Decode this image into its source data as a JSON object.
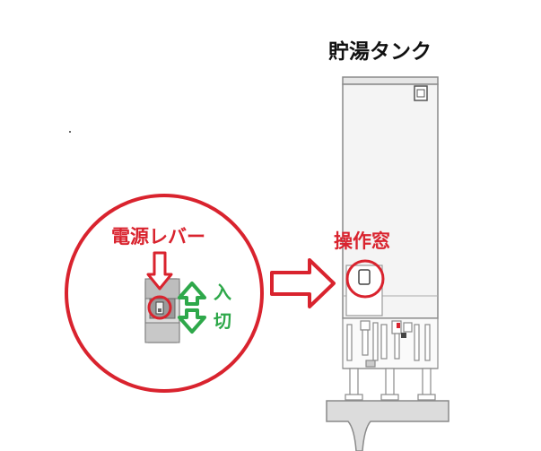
{
  "labels": {
    "tank_title": "貯湯タンク",
    "power_lever": "電源レバー",
    "operation_window": "操作窓",
    "on": "入",
    "off": "切"
  },
  "colors": {
    "accent_red": "#d9232e",
    "accent_green": "#2ea84a",
    "outline_gray": "#8a8a8a",
    "tank_fill": "#f4f4f4"
  },
  "icons": {
    "up_arrow": "green-up-arrow-icon",
    "down_arrow": "green-down-arrow-icon",
    "pointer_arrow": "red-outline-arrow-icon"
  }
}
